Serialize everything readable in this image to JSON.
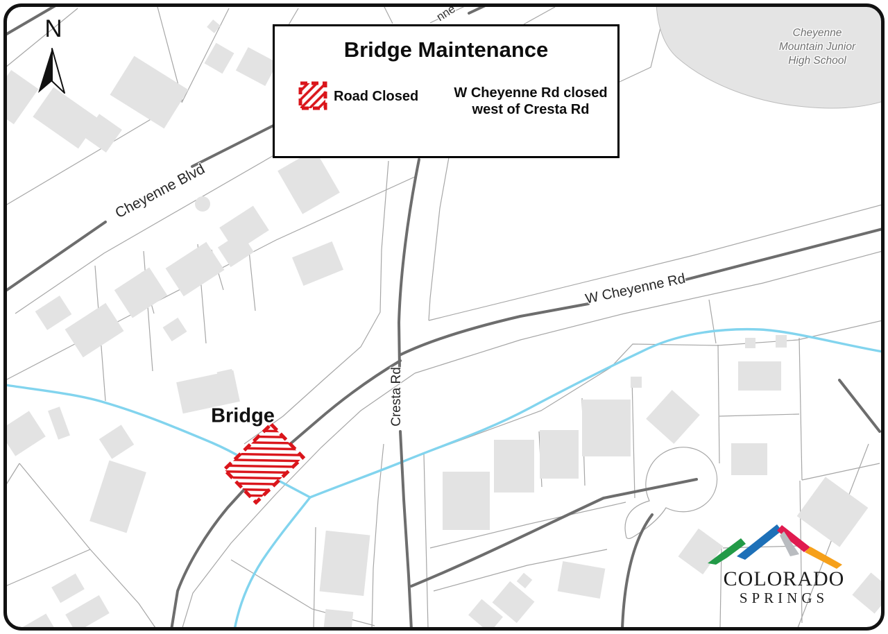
{
  "legend": {
    "title": "Bridge Maintenance",
    "swatch_label": "Road Closed",
    "note_line1": "W Cheyenne Rd closed",
    "note_line2": "west of Cresta Rd"
  },
  "north_indicator": {
    "label": "N"
  },
  "map_labels": {
    "bridge": "Bridge",
    "cheyenne_blvd": "Cheyenne Blvd",
    "w_cheyenne_rd": "W Cheyenne Rd",
    "cresta_rd": "Cresta Rd",
    "partial_road_top": "nne",
    "school_line1": "Cheyenne",
    "school_line2": "Mountain Junior",
    "school_line3": "High School"
  },
  "logo": {
    "line1": "COLORADO",
    "line2": "SPRINGS"
  },
  "colors": {
    "road_closed_red": "#da151b",
    "creek_blue": "#82d4ee",
    "road_gray": "#6d6d6d",
    "parcel_gray": "#a6a6a6",
    "building_gray": "#e3e3e3",
    "school_label_gray": "#6f6f6f",
    "frame_black": "#121212",
    "logo_green": "#229a47",
    "logo_blue": "#1d70b8",
    "logo_crimson": "#e01a4f",
    "logo_gray": "#b9bcc0",
    "logo_orange": "#f6a01a"
  }
}
